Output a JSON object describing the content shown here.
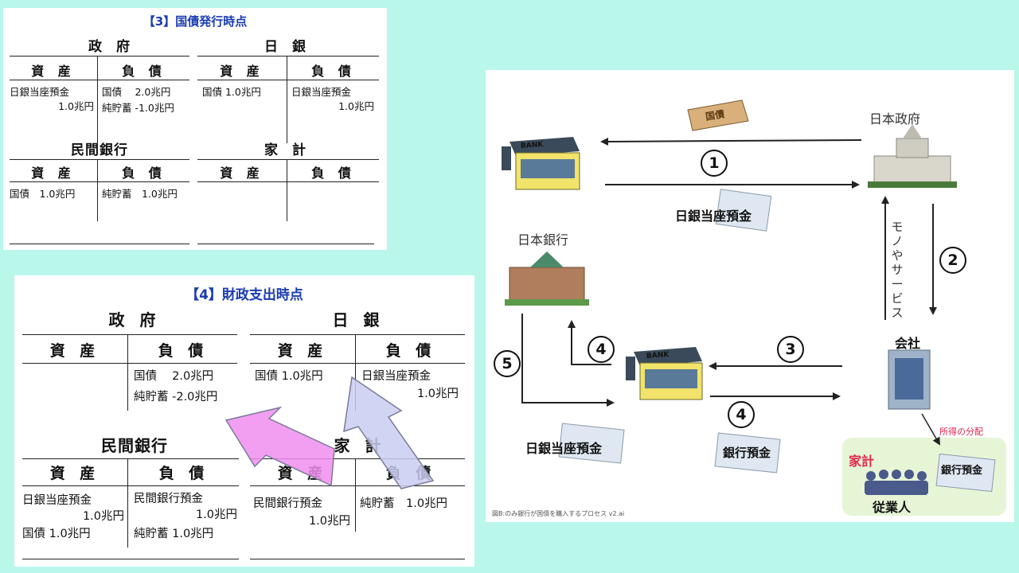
{
  "panel3": {
    "title": "【3】国債発行時点",
    "govt": {
      "name": "政 府",
      "assets": "資 産",
      "liabilities": "負 債",
      "asset_items": [
        "日銀当座預金",
        "1.0兆円"
      ],
      "liability_items": [
        "国債　 2.0兆円",
        "純貯蓄 -1.0兆円"
      ]
    },
    "boj": {
      "name": "日 銀",
      "assets": "資 産",
      "liabilities": "負 債",
      "asset_items": [
        "国債 1.0兆円"
      ],
      "liability_items": [
        "日銀当座預金",
        "1.0兆円"
      ]
    },
    "bank": {
      "name": "民間銀行",
      "assets": "資 産",
      "liabilities": "負 債",
      "asset_items": [
        "国債　1.0兆円"
      ],
      "liability_items": [
        "純貯蓄　1.0兆円"
      ]
    },
    "household": {
      "name": "家 計",
      "assets": "資 産",
      "liabilities": "負 債"
    }
  },
  "panel4": {
    "title": "【4】財政支出時点",
    "govt": {
      "name": "政 府",
      "assets": "資 産",
      "liabilities": "負 債",
      "liability_items": [
        "国債　 2.0兆円",
        "純貯蓄 -2.0兆円"
      ]
    },
    "boj": {
      "name": "日 銀",
      "assets": "資 産",
      "liabilities": "負 債",
      "asset_items": [
        "国債 1.0兆円"
      ],
      "liability_items": [
        "日銀当座預金",
        "1.0兆円"
      ]
    },
    "bank": {
      "name": "民間銀行",
      "assets": "資 産",
      "liabilities": "負 債",
      "asset_items": [
        "日銀当座預金",
        "1.0兆円",
        "国債 1.0兆円"
      ],
      "liability_items": [
        "民間銀行預金",
        "1.0兆円",
        "純貯蓄 1.0兆円"
      ]
    },
    "household": {
      "name": "家 計",
      "assets": "資 産",
      "liabilities": "負 債",
      "asset_items": [
        "民間銀行預金",
        "1.0兆円"
      ],
      "liability_items": [
        "純貯蓄　1.0兆円"
      ]
    }
  },
  "flow": {
    "govt_label": "日本政府",
    "boj_label": "日本銀行",
    "company_label": "会社",
    "household_label": "家計",
    "employees_label": "従業人",
    "bank_sign": "BANK",
    "bond_label": "国債",
    "boj_deposit_top": "日銀当座預金",
    "boj_deposit_bottom": "日銀当座預金",
    "bank_deposit": "銀行預金",
    "bank_deposit_household": "銀行預金",
    "goods_services": "モノやサービス",
    "income_dist": "所得の分配",
    "caption": "図B:のみ銀行が国債を購入するプロセス v2.ai",
    "steps": [
      "1",
      "2",
      "3",
      "4",
      "4",
      "5"
    ],
    "colors": {
      "arrow_pink": "#f08ef0",
      "arrow_blue": "#c9cdf0",
      "household_bg": "#e6f5d6",
      "title_blue": "#1a3cb0",
      "household_red": "#e2244a"
    }
  }
}
